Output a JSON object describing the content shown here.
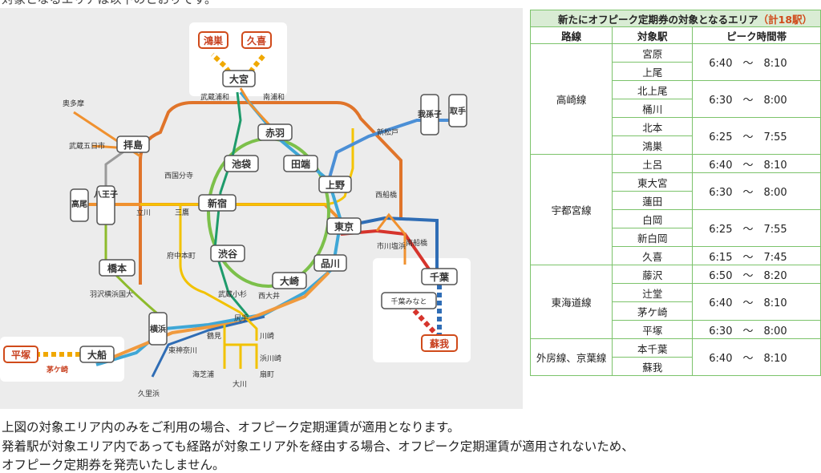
{
  "intro_text": "対象となるエリアは以下のとおりです。",
  "map": {
    "boxed_stations": {
      "konosu": "鴻巣",
      "kuki": "久喜",
      "omiya": "大宮",
      "akabane": "赤羽",
      "ikebukuro": "池袋",
      "tabata": "田端",
      "ueno": "上野",
      "shinjuku": "新宿",
      "tokyo": "東京",
      "shibuya": "渋谷",
      "shinagawa": "品川",
      "osaki": "大崎",
      "haijima": "拝島",
      "hachioji": "八王子",
      "takao": "高尾",
      "hashimoto": "橋本",
      "yokohama": "横浜",
      "ofuna": "大船",
      "hiratsuka": "平塚",
      "chiba": "千葉",
      "soga": "蘇我",
      "chiba_minato": "千葉みなと",
      "abiko": "我孫子",
      "toride": "取手",
      "musashi_itsukaichi": "武蔵五日市"
    },
    "labels": {
      "okutama": "奥多摩",
      "musashi_urawa": "武蔵浦和",
      "minami_urawa": "南浦和",
      "shin_matsudo": "新松戸",
      "nishi_kokubunji": "西国分寺",
      "tachikawa": "立川",
      "mitaka": "三鷹",
      "fuchu_hommachi": "府中本町",
      "nishi_funabashi": "西船橋",
      "ichikawa_shiohama": "市川塩浜",
      "minami_funabashi": "南船橋",
      "hazawa_yokohama_kokudai": "羽沢横浜国大",
      "musashi_kosugi": "武蔵小杉",
      "nishi_oi": "西大井",
      "shiriteuchi": "尻手",
      "tsurumi": "鶴見",
      "kawasaki": "川崎",
      "higashi_kanagawa": "東神奈川",
      "hamakawasaki": "浜川崎",
      "umi_shibaura": "海芝浦",
      "okawa": "大川",
      "ogimachi": "扇町",
      "chigasaki": "茅ケ崎",
      "kurihama": "久里浜"
    }
  },
  "table": {
    "title_prefix": "新たにオフピーク定期券の対象となるエリア",
    "title_count": "（計18駅）",
    "headers": [
      "路線",
      "対象駅",
      "ピーク時間帯"
    ],
    "groups": [
      {
        "line": "高崎線",
        "rows": [
          {
            "stations": [
              "宮原",
              "上尾"
            ],
            "time": "6:40　～　8:10"
          },
          {
            "stations": [
              "北上尾",
              "桶川"
            ],
            "time": "6:30　～　8:00"
          },
          {
            "stations": [
              "北本",
              "鴻巣"
            ],
            "time": "6:25　～　7:55"
          }
        ]
      },
      {
        "line": "宇都宮線",
        "rows": [
          {
            "stations": [
              "土呂"
            ],
            "time": "6:40　～　8:10"
          },
          {
            "stations": [
              "東大宮",
              "蓮田"
            ],
            "time": "6:30　～　8:00"
          },
          {
            "stations": [
              "白岡",
              "新白岡"
            ],
            "time": "6:25　～　7:55"
          },
          {
            "stations": [
              "久喜"
            ],
            "time": "6:15　～　7:45"
          }
        ]
      },
      {
        "line": "東海道線",
        "rows": [
          {
            "stations": [
              "藤沢"
            ],
            "time": "6:50　～　8:20"
          },
          {
            "stations": [
              "辻堂",
              "茅ケ崎"
            ],
            "time": "6:40　～　8:10"
          },
          {
            "stations": [
              "平塚"
            ],
            "time": "6:30　～　8:00"
          }
        ]
      },
      {
        "line": "外房線、京葉線",
        "rows": [
          {
            "stations": [
              "本千葉",
              "蘇我"
            ],
            "time": "6:40　～　8:10"
          }
        ]
      }
    ]
  },
  "notes": [
    "上図の対象エリア内のみをご利用の場合、オフピーク定期運賃が適用となります。",
    "発着駅が対象エリア内であっても経路が対象エリア外を経由する場合、オフピーク定期運賃が適用されないため、",
    "オフピーク定期券を発売いたしません。"
  ],
  "colors": {
    "yamanote": "#7cc04a",
    "keihin": "#3fa7d6",
    "chuo": "#f0912f",
    "sobu": "#f5c400",
    "saikyo": "#1e9b6b",
    "shonan": "#f09a3e",
    "yokosuka": "#2f6db5",
    "musashino": "#e0742a",
    "nambu": "#f2c200",
    "yokohama_line": "#8dbb2c",
    "takasaki": "#f0912f",
    "joban": "#4b8fd6",
    "keiyo": "#d6342c",
    "sotobo": "#2f6db5",
    "new_area": "#f0a800",
    "green_border": "#7cc36b",
    "red_accent": "#d04a1a"
  }
}
